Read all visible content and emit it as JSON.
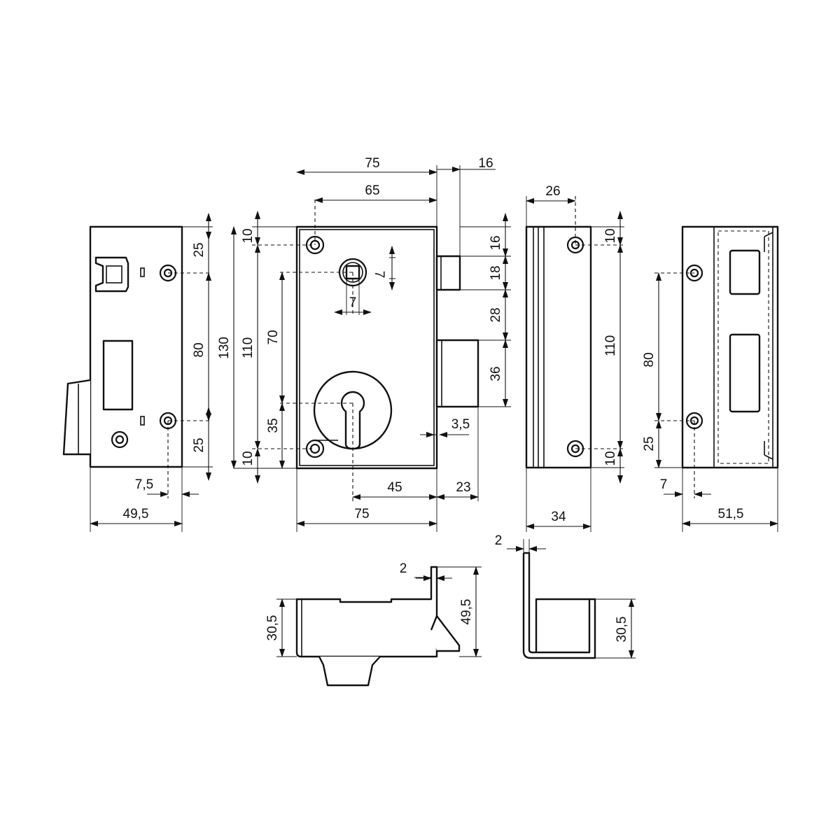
{
  "colors": {
    "line": "#111111",
    "background": "#ffffff"
  },
  "views": {
    "left": {
      "d25_top": "25",
      "d80": "80",
      "d25_bottom": "25",
      "d7_5": "7,5",
      "d49_5": "49,5"
    },
    "front": {
      "w75_top": "75",
      "w65": "65",
      "w16_bolt": "16",
      "h130": "130",
      "h110": "110",
      "h10_top": "10",
      "h10_bottom": "10",
      "h70": "70",
      "h35": "35",
      "sq7_h": "7",
      "sq7_v": "7",
      "r16": "16",
      "r18": "18",
      "r28": "28",
      "r36": "36",
      "d3_5": "3,5",
      "d45": "45",
      "d23": "23",
      "w75_bottom": "75"
    },
    "side": {
      "d26": "26",
      "d10_top": "10",
      "d110": "110",
      "d10_bottom": "10",
      "d34": "34"
    },
    "keeper": {
      "d80": "80",
      "d25": "25",
      "d7": "7",
      "d51_5": "51,5"
    },
    "bottom_left": {
      "d2": "2",
      "d30_5": "30,5",
      "d49_5": "49,5"
    },
    "bottom_right": {
      "d2": "2",
      "d30_5": "30,5"
    }
  }
}
